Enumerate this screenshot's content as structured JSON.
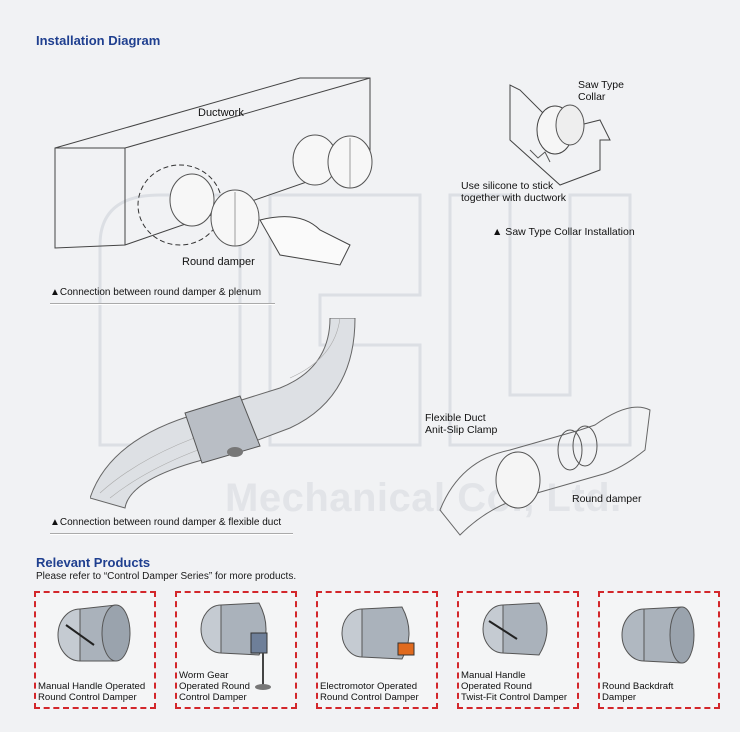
{
  "installation": {
    "title": "Installation Diagram",
    "ductwork_label": "Ductwork",
    "round_damper_label": "Round damper",
    "plenum_caption": "▲Connection between round damper & plenum",
    "saw_collar_label_1": "Saw Type",
    "saw_collar_label_2": "Collar",
    "silicone_label_1": "Use silicone to stick",
    "silicone_label_2": "together with ductwork",
    "saw_caption": "▲ Saw Type Collar Installation",
    "flex_clamp_label_1": "Flexible Duct",
    "flex_clamp_label_2": "Anit-Slip Clamp",
    "flex_round_damper_label": "Round damper",
    "flex_caption": "▲Connection between round damper & flexible duct",
    "watermark": "Mechanical Co., Ltd."
  },
  "products": {
    "title": "Relevant Products",
    "subtitle": "Please refer to “Control Damper Series” for more products.",
    "items": [
      {
        "line1": "Manual Handle Operated",
        "line2": "Round Control Damper"
      },
      {
        "line1": "Worm Gear",
        "line2": "Operated Round",
        "line3": "Control Damper"
      },
      {
        "line1": "Electromotor Operated",
        "line2": "Round Control Damper"
      },
      {
        "line1": "Manual Handle",
        "line2": "Operated Round",
        "line3": "Twist-Fit Control Damper"
      },
      {
        "line1": "Round Backdraft",
        "line2": "Damper"
      }
    ]
  },
  "colors": {
    "heading": "#1f3f8f",
    "border": "#d3272b",
    "background": "#f1f2f4"
  }
}
